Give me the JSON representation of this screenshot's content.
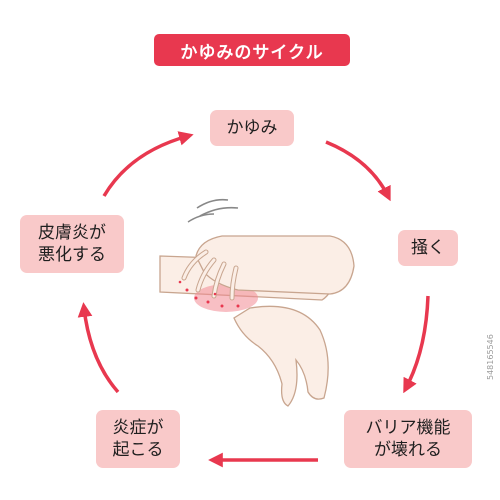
{
  "title": "かゆみのサイクル",
  "cycle": {
    "itch": "かゆみ",
    "scratch": "掻く",
    "barrier": "バリア機能\nが壊れる",
    "inflammation": "炎症が\n起こる",
    "dermatitis": "皮膚炎が\n悪化する"
  },
  "side_id": "548165546",
  "colors": {
    "accent": "#e8384f",
    "box_fill": "#f9c9c9",
    "skin": "#fbeee6",
    "redness": "#f28b93"
  }
}
